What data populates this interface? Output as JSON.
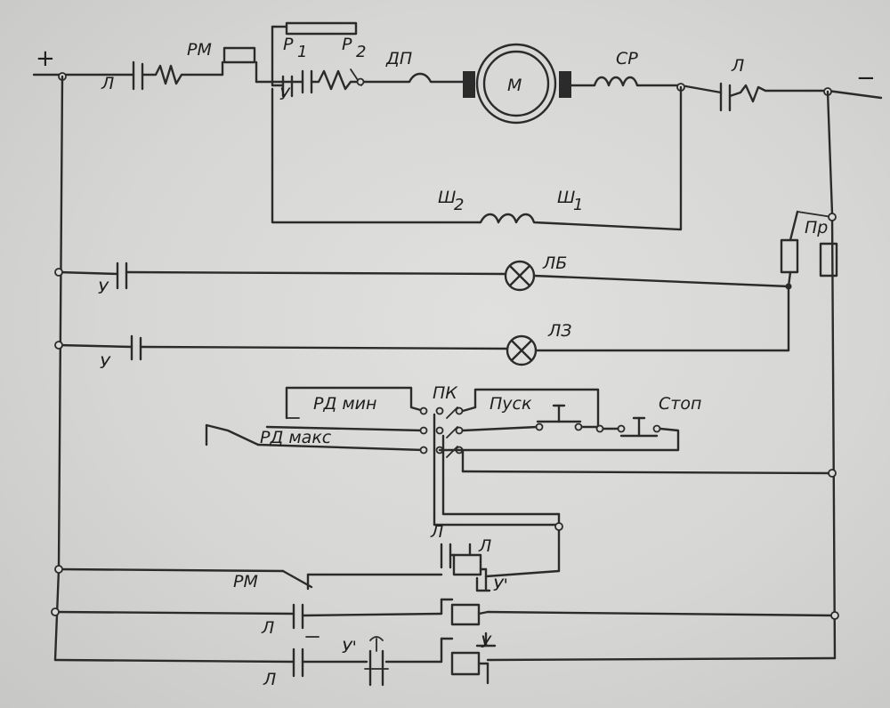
{
  "diagram": {
    "terminals": {
      "plus": "+",
      "minus": "−"
    },
    "labels": {
      "l_main_left": "Л",
      "rm_top": "РМ",
      "r1": "Р",
      "r1_sub": "1",
      "r2": "Р",
      "r2_sub": "2",
      "u_top": "У",
      "dp": "ДП",
      "motor": "М",
      "sr": "СР",
      "l_main_right": "Л",
      "sh2": "Ш",
      "sh2_sub": "2",
      "sh1": "Ш",
      "sh1_sub": "1",
      "pr": "Пр",
      "u_lamp1": "У",
      "lb": "ЛБ",
      "u_lamp2": "У",
      "lz": "ЛЗ",
      "rd_min": "РД мин",
      "rd_max": "РД макс",
      "pk": "ПК",
      "pusk": "Пуск",
      "stop": "Стоп",
      "l_coil_top": "Л",
      "l_coil_label": "Л",
      "u_prime_coil": "У'",
      "rm_bottom": "РМ",
      "l_row2": "Л",
      "l_row3": "Л",
      "u_prime_contact": "У'",
      "u_coil": "У"
    }
  }
}
